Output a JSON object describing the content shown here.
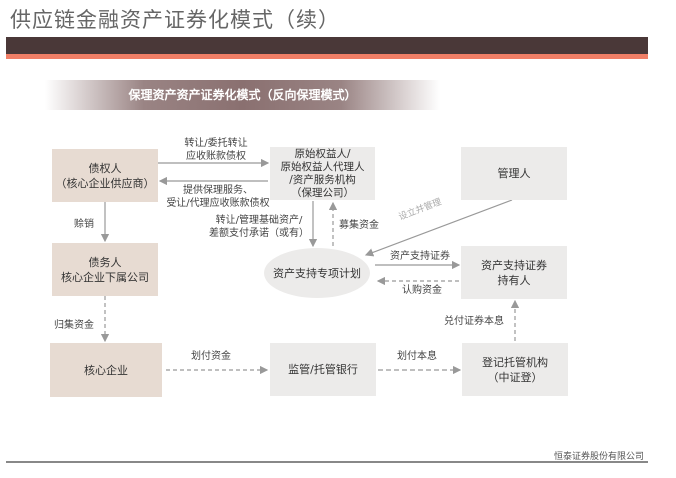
{
  "title": "供应链金融资产证券化模式（续）",
  "banner": "保理资产资产证券化模式（反向保理模式）",
  "nodes": {
    "creditor": "债权人\n（核心企业供应商）",
    "originator": "原始权益人/\n原始权益人代理人\n/资产服务机构\n（保理公司）",
    "manager": "管理人",
    "debtor": "债务人\n核心企业下属公司",
    "spv": "资产支持专项计划",
    "holder": "资产支持证券\n持有人",
    "core": "核心企业",
    "bank": "监管/托管银行",
    "registry": "登记托管机构\n（中证登）"
  },
  "labels": {
    "transfer": "转让/委托转让\n应收账款债权",
    "factoring": "提供保理服务、\n受让/代理应收账款债权",
    "manage_assets": "转让/管理基础资产/\n差额支付承诺（或有）",
    "raise": "募集资金",
    "setup": "设立并管理",
    "securities": "资产支持证券",
    "subscribe": "认购资金",
    "writeoff": "赊销",
    "collect": "归集资金",
    "pay_funds": "划付资金",
    "pay_pi": "划付本息",
    "redeem": "兑付证券本息"
  },
  "footer": "恒泰证券股份有限公司"
}
